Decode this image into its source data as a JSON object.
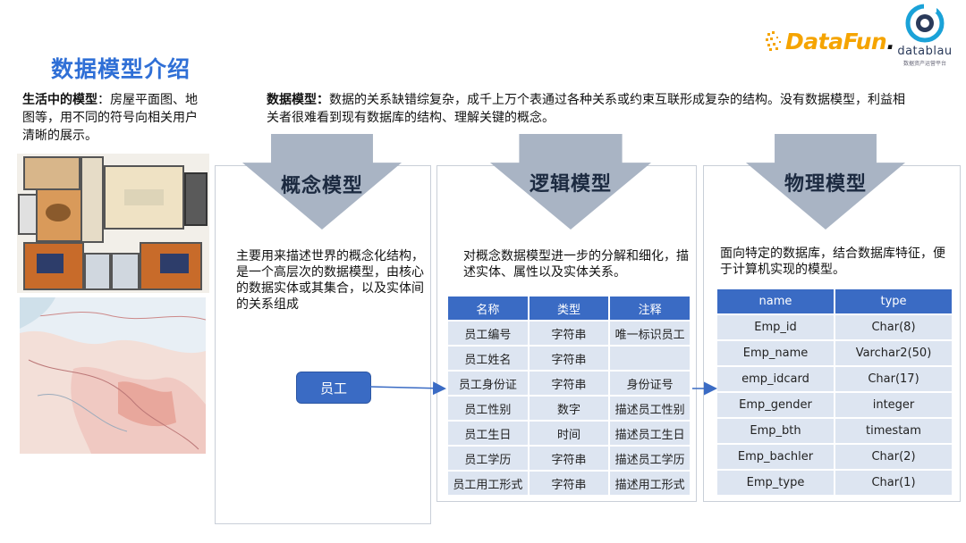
{
  "page": {
    "title": "数据模型介绍"
  },
  "left_desc": {
    "bold": "生活中的模型",
    "text": "：房屋平面图、地图等，用不同的符号向相关用户清晰的展示。"
  },
  "top_desc": {
    "bold": "数据模型：",
    "text": "数据的关系缺错综复杂，成千上万个表通过各种关系或约束互联形成复杂的结构。没有数据模型，利益相关者很难看到现有数据库的结构、理解关键的概念。"
  },
  "logos": {
    "datafun": "DataFun",
    "datafun_dot": ".",
    "datablau": "datablau",
    "datablau_sub": "数据资产运营平台"
  },
  "conceptual": {
    "title": "概念模型",
    "desc": "主要用来描述世界的概念化结构，是一个高层次的数据模型，由核心的数据实体或其集合，以及实体间的关系组成",
    "entity_button": "员工"
  },
  "logical": {
    "title": "逻辑模型",
    "desc": "对概念数据模型进一步的分解和细化，描述实体、属性以及实体关系。",
    "headers": [
      "名称",
      "类型",
      "注释"
    ],
    "rows": [
      [
        "员工编号",
        "字符串",
        "唯一标识员工"
      ],
      [
        "员工姓名",
        "字符串",
        ""
      ],
      [
        "员工身份证",
        "字符串",
        "身份证号"
      ],
      [
        "员工性别",
        "数字",
        "描述员工性别"
      ],
      [
        "员工生日",
        "时间",
        "描述员工生日"
      ],
      [
        "员工学历",
        "字符串",
        "描述员工学历"
      ],
      [
        "员工用工形式",
        "字符串",
        "描述用工形式"
      ]
    ]
  },
  "physical": {
    "title": "物理模型",
    "desc": "面向特定的数据库，结合数据库特征，便于计算机实现的模型。",
    "headers": [
      "name",
      "type"
    ],
    "rows": [
      [
        "Emp_id",
        "Char(8)"
      ],
      [
        "Emp_name",
        "Varchar2(50)"
      ],
      [
        "emp_idcard",
        "Char(17)"
      ],
      [
        "Emp_gender",
        "integer"
      ],
      [
        "Emp_bth",
        "timestam"
      ],
      [
        "Emp_bachler",
        "Char(2)"
      ],
      [
        "Emp_type",
        "Char(1)"
      ]
    ]
  },
  "colors": {
    "accent": "#2f6fd6",
    "header_blue": "#3a6bc4",
    "cell": "#dde5f1",
    "arrow_gray": "#a9b4c4",
    "logo_orange": "#f5a400"
  }
}
